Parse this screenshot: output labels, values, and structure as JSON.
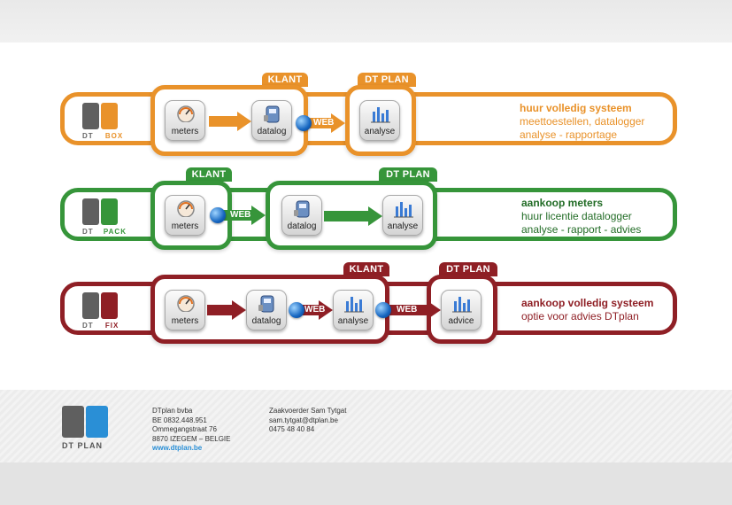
{
  "rows": [
    {
      "id": "box",
      "color": "#e9922a",
      "logo_caption": [
        "DT",
        "BOX"
      ],
      "tab_client": "KLANT",
      "tab_dtplan": "DT PLAN",
      "nodes": [
        "meters",
        "datalog",
        "analyse"
      ],
      "web_label": "WEB",
      "desc_title": "huur volledig systeem",
      "desc_lines": [
        "meettoestellen, datalogger",
        "analyse - rapportage"
      ]
    },
    {
      "id": "pack",
      "color": "#36953a",
      "logo_caption": [
        "DT",
        "PACK"
      ],
      "tab_client": "KLANT",
      "tab_dtplan": "DT PLAN",
      "nodes": [
        "meters",
        "datalog",
        "analyse"
      ],
      "web_label": "WEB",
      "desc_title": "aankoop meters",
      "desc_lines": [
        "huur licentie datalogger",
        "analyse - rapport - advies"
      ]
    },
    {
      "id": "fix",
      "color": "#8f1f25",
      "logo_caption": [
        "DT",
        "FIX"
      ],
      "tab_client": "KLANT",
      "tab_dtplan": "DT PLAN",
      "nodes": [
        "meters",
        "datalog",
        "analyse",
        "advice"
      ],
      "web_label": "WEB",
      "desc_title": "aankoop volledig systeem",
      "desc_lines": [
        "optie voor advies DTplan"
      ]
    }
  ],
  "footer": {
    "logo_caption": "DT PLAN",
    "company": [
      "DTplan bvba",
      "BE 0832.448.951",
      "Ommegangstraat 76",
      "8870 IZEGEM – BELGIE"
    ],
    "website": "www.dtplan.be",
    "contact": [
      "Zaakvoerder Sam Tytgat",
      "sam.tytgat@dtplan.be",
      "0475 48 40 84"
    ]
  }
}
